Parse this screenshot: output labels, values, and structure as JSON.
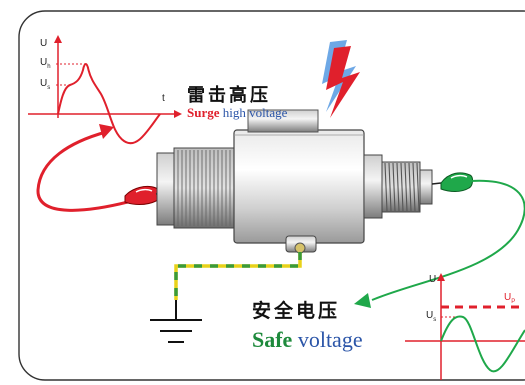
{
  "surge": {
    "title_cn": "雷击高压",
    "title_en_highlight": "Surge",
    "title_en_rest": " high voltage",
    "highlight_color": "#e0202c"
  },
  "safe": {
    "title_cn": "安全电压",
    "title_en_highlight": "Safe",
    "title_en_rest": " voltage",
    "highlight_color": "#1e8a3c",
    "rest_color": "#2b55a8"
  },
  "surge_graph": {
    "y_axis_label": "U",
    "x_axis_label": "t",
    "tick_upper": "U",
    "tick_upper_sub": "h",
    "tick_lower": "U",
    "tick_lower_sub": "s",
    "curve_color": "#e0202c"
  },
  "safe_graph": {
    "y_axis_label": "U",
    "tick_level": "U",
    "tick_level_sub": "s",
    "limit_label": "U",
    "limit_label_sub": "P",
    "curve_color": "#1fa84a",
    "limit_color": "#e0202c"
  },
  "icons": {
    "lightning": "lightning-bolt-icon",
    "ground": "ground-symbol-icon"
  },
  "colors": {
    "surge_arrow": "#e0202c",
    "safe_arrow": "#1fa84a",
    "ground_wire_yellow": "#e8d21a",
    "ground_wire_green": "#3a9a3a",
    "panel_border": "#333333"
  }
}
